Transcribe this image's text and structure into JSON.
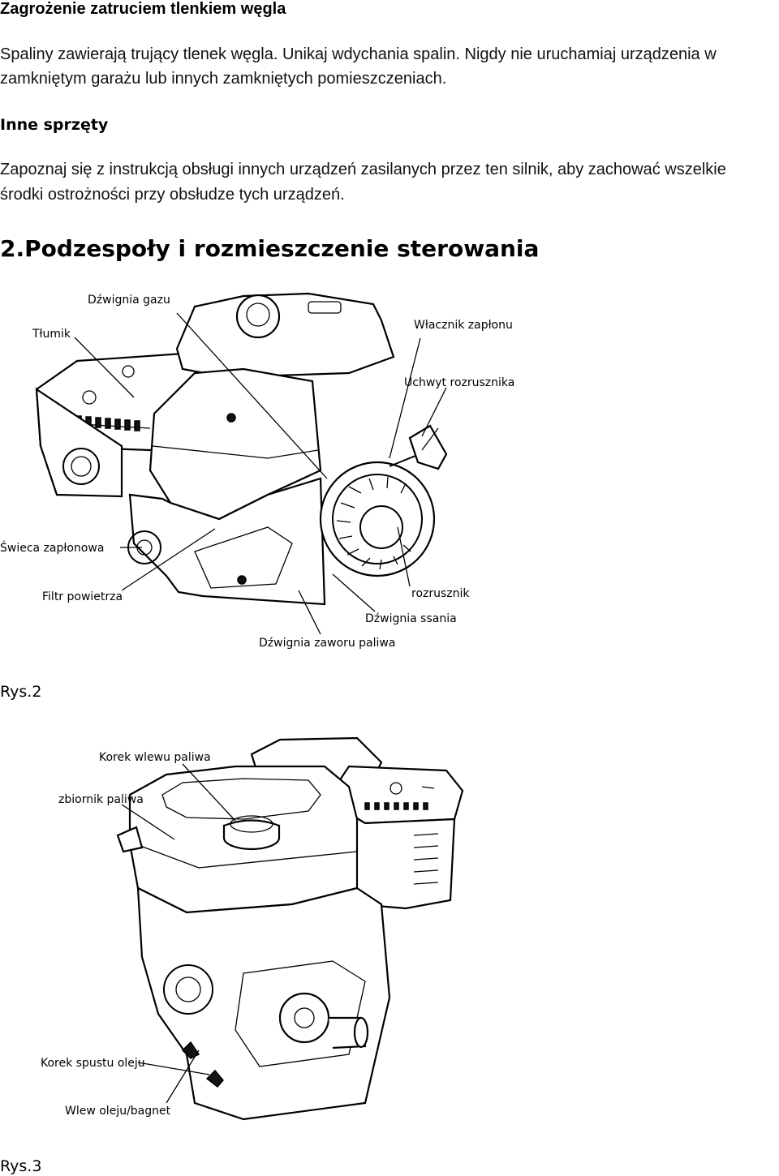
{
  "section1": {
    "heading": "Zagrożenie zatruciem tlenkiem węgla",
    "line1": "Spaliny zawierają trujący tlenek węgla. Unikaj wdychania spalin. Nigdy nie uruchamiaj urządzenia w",
    "line2": "zamkniętym garażu lub innych zamkniętych pomieszczeniach."
  },
  "section2": {
    "heading": "Inne sprzęty",
    "line1": "Zapoznaj się z instrukcją obsługi innych urządzeń zasilanych przez ten silnik, aby zachować wszelkie",
    "line2": "środki ostrożności przy obsłudze tych urządzeń."
  },
  "section3": {
    "heading": "2.Podzespoły i rozmieszczenie sterowania"
  },
  "figure2": {
    "labels": {
      "throttle": "Dźwignia gazu",
      "muffler": "Tłumik",
      "ignition_switch": "Włacznik zapłonu",
      "starter_handle": "Uchwyt rozrusznika",
      "spark_plug": "Świeca zapłonowa",
      "air_filter": "Filtr powietrza",
      "starter": "rozrusznik",
      "choke": "Dźwignia ssania",
      "fuel_valve": "Dźwignia zaworu paliwa"
    },
    "caption": "Rys.2"
  },
  "figure3": {
    "labels": {
      "fuel_cap": "Korek wlewu paliwa",
      "fuel_tank": "zbiornik paliwa",
      "oil_drain": "Korek spustu oleju",
      "oil_fill": "Wlew oleju/bagnet"
    },
    "caption": "Rys.3"
  }
}
